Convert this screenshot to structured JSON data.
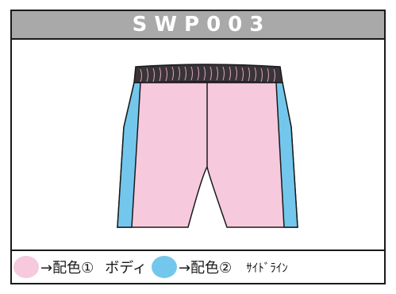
{
  "title": "SWP003",
  "colors": {
    "body": "#f6c9dd",
    "side_line": "#74c7ec",
    "waistband": "#3a3338",
    "title_bar": "#a9a9a9"
  },
  "legend": {
    "color1_label": "→配色①",
    "color1_part": "ボディ",
    "color2_label": "→配色②",
    "color2_part": "ｻｲﾄﾞﾗｲﾝ"
  }
}
